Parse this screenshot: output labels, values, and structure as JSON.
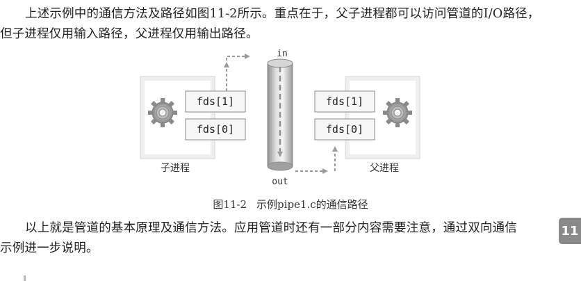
{
  "paragraph_1": {
    "line_1": "上述示例中的通信方法及路径如图11-2所示。重点在于，父子进程都可以访问管道的I/O路径，",
    "line_2": "但子进程仅用输入路径，父进程仅用输出路径。"
  },
  "figure": {
    "in_label": "in",
    "out_label": "out",
    "child": {
      "fd1": "fds[1]",
      "fd0": "fds[0]",
      "label": "子进程"
    },
    "parent": {
      "fd1": "fds[1]",
      "fd0": "fds[0]",
      "label": "父进程"
    },
    "caption_number": "图11-2",
    "caption_text": "示例pipe1.c的通信路径"
  },
  "paragraph_2": {
    "line_1": "以上就是管道的基本原理及通信方法。应用管道时还有一部分内容需要注意，通过双向通信",
    "line_2": "示例进一步说明。"
  },
  "chapter_badge": "11",
  "colors": {
    "arrow": "#9a9a9a",
    "panel": "#efefef",
    "badge": "#8a8a8a"
  }
}
